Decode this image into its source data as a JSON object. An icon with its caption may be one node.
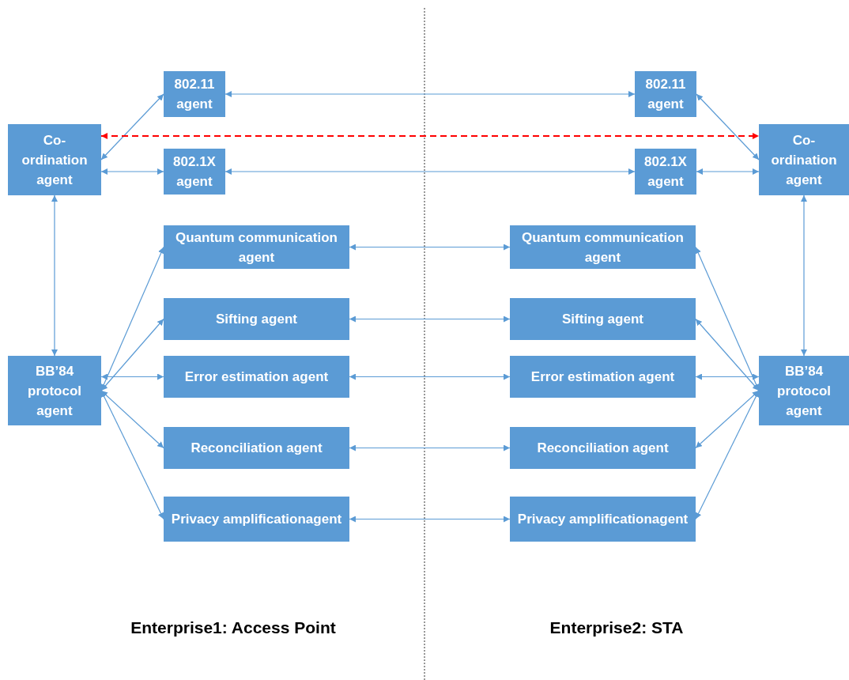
{
  "diagram": {
    "nodes": [
      {
        "text": [
          "Co-ordination agent"
        ]
      },
      {
        "text": [
          "802.11 agent"
        ]
      },
      {
        "text": [
          "802.1X agent"
        ]
      },
      {
        "text": [
          "BB’84 protocol agent"
        ]
      },
      {
        "text": [
          "Quantum communication agent"
        ]
      },
      {
        "text": [
          "Sifting agent"
        ]
      },
      {
        "text": [
          "Error estimation agent"
        ]
      },
      {
        "text": [
          "Reconciliation agent"
        ]
      },
      {
        "text": [
          "Privacy amplificationagent"
        ]
      },
      {
        "text": [
          "802.11 agent"
        ]
      },
      {
        "text": [
          "802.1X agent"
        ]
      },
      {
        "text": [
          "Co-ordination agent"
        ]
      },
      {
        "text": [
          "Quantum communication agent"
        ]
      },
      {
        "text": [
          "Sifting agent"
        ]
      },
      {
        "text": [
          "Error estimation agent"
        ]
      },
      {
        "text": [
          "Reconciliation agent"
        ]
      },
      {
        "text": [
          "Privacy amplificationagent"
        ]
      },
      {
        "text": [
          "BB’84 protocol agent"
        ]
      }
    ],
    "edges": [
      {
        "from": 0,
        "to": 1,
        "arrow": "both"
      },
      {
        "from": 0,
        "to": 2,
        "arrow": "both"
      },
      {
        "from": 0,
        "to": 3,
        "arrow": "both"
      },
      {
        "from": 3,
        "to": 4,
        "arrow": "both"
      },
      {
        "from": 3,
        "to": 5,
        "arrow": "both"
      },
      {
        "from": 3,
        "to": 6,
        "arrow": "both"
      },
      {
        "from": 3,
        "to": 7,
        "arrow": "both"
      },
      {
        "from": 3,
        "to": 8,
        "arrow": "both"
      },
      {
        "from": 1,
        "to": 9,
        "arrow": "both"
      },
      {
        "from": 2,
        "to": 10,
        "arrow": "both"
      },
      {
        "from": 0,
        "to": 11,
        "arrow": "both",
        "style": "dashed",
        "color": "#ff0000"
      },
      {
        "from": 4,
        "to": 12,
        "arrow": "both"
      },
      {
        "from": 5,
        "to": 13,
        "arrow": "both"
      },
      {
        "from": 6,
        "to": 14,
        "arrow": "both"
      },
      {
        "from": 7,
        "to": 15,
        "arrow": "both"
      },
      {
        "from": 8,
        "to": 16,
        "arrow": "both"
      },
      {
        "from": 9,
        "to": 11,
        "arrow": "both"
      },
      {
        "from": 10,
        "to": 11,
        "arrow": "both"
      },
      {
        "from": 11,
        "to": 17,
        "arrow": "both"
      },
      {
        "from": 17,
        "to": 12,
        "arrow": "both"
      },
      {
        "from": 17,
        "to": 13,
        "arrow": "both"
      },
      {
        "from": 17,
        "to": 14,
        "arrow": "both"
      },
      {
        "from": 17,
        "to": 15,
        "arrow": "both"
      },
      {
        "from": 17,
        "to": 16,
        "arrow": "both"
      }
    ],
    "labels": [
      "Enterprise1: Access Point",
      "Enterprise2: STA"
    ]
  }
}
